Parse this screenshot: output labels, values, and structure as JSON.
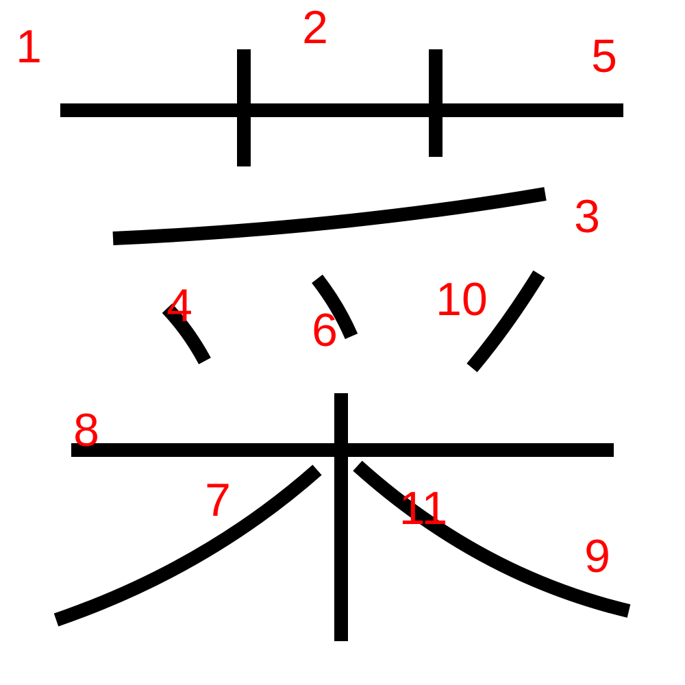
{
  "colors": {
    "stroke": "#000000",
    "label": "#ff0000",
    "background": "#ffffff"
  },
  "strokes": [
    {
      "id": "s1",
      "label": "1"
    },
    {
      "id": "s2",
      "label": "2"
    },
    {
      "id": "s3",
      "label": "3"
    },
    {
      "id": "s4",
      "label": "4"
    },
    {
      "id": "s5",
      "label": "5"
    },
    {
      "id": "s6",
      "label": "6"
    },
    {
      "id": "s7",
      "label": "7"
    },
    {
      "id": "s8",
      "label": "8"
    },
    {
      "id": "s9",
      "label": "9"
    },
    {
      "id": "s10",
      "label": "10"
    },
    {
      "id": "s11",
      "label": "11"
    }
  ]
}
